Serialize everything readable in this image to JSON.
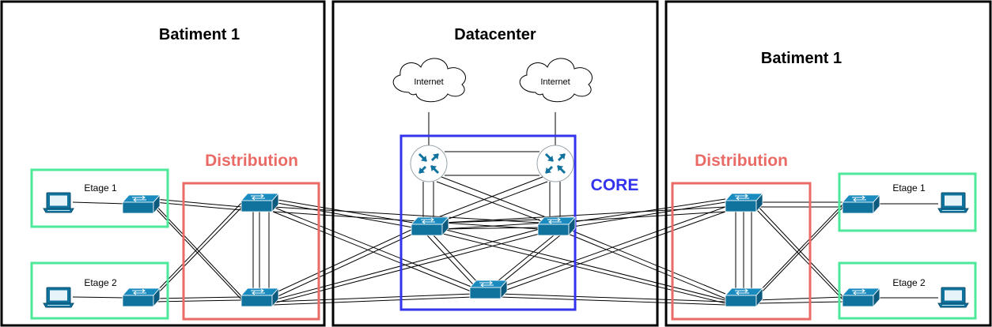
{
  "colors": {
    "distribution": "#ea6b66",
    "floor": "#4ee89a",
    "core": "#3333ee",
    "device": "#10739e"
  },
  "left_building": {
    "title": "Batiment 1",
    "distribution_label": "Distribution",
    "floor1_label": "Etage 1",
    "floor2_label": "Etage 2"
  },
  "datacenter": {
    "title": "Datacenter",
    "core_label": "CORE",
    "cloud1_label": "Internet",
    "cloud2_label": "Internet"
  },
  "right_building": {
    "title": "Batiment 1",
    "distribution_label": "Distribution",
    "floor1_label": "Etage 1",
    "floor2_label": "Etage 2"
  },
  "icons": {
    "switch": "network-switch-icon",
    "router": "router-icon",
    "pc": "pc-icon",
    "cloud": "cloud-icon"
  }
}
